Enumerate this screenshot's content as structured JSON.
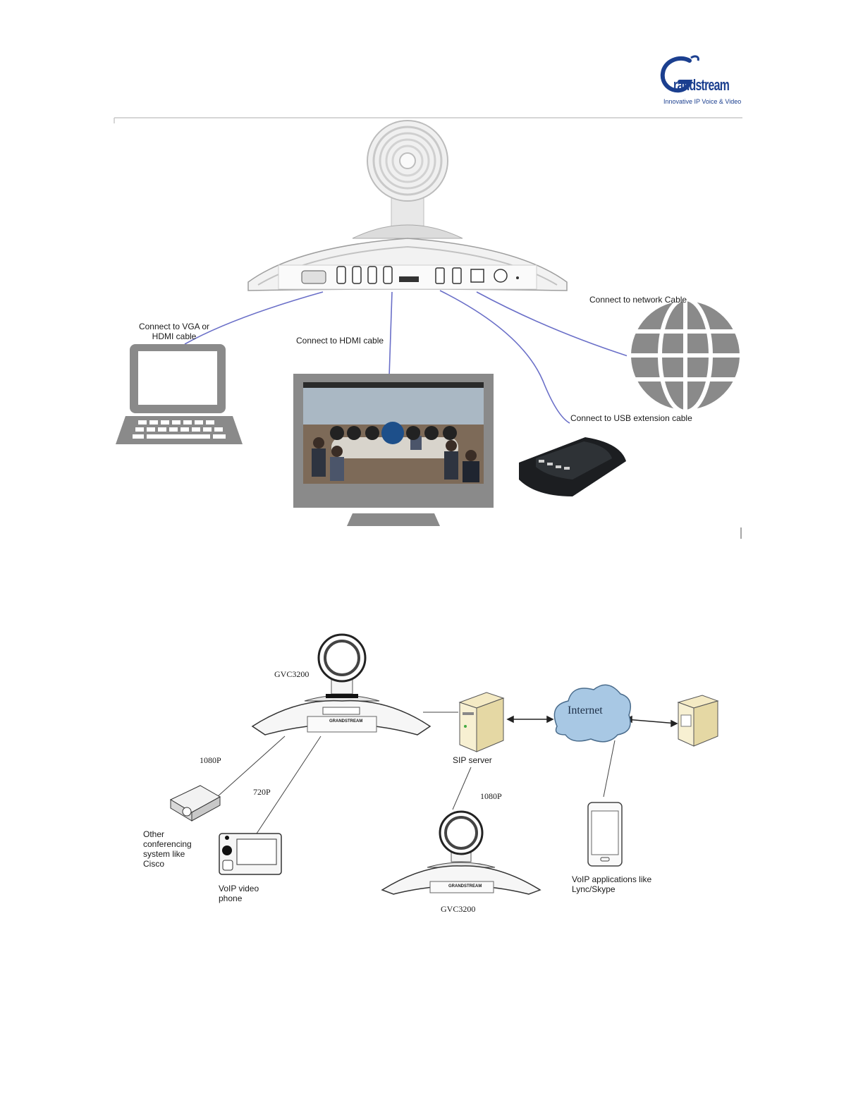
{
  "logo": {
    "wordmark": "randstream",
    "tagline": "Innovative IP Voice & Video"
  },
  "diagram1": {
    "labels": {
      "vga": [
        "Connect to VGA or",
        "HDMI  cable"
      ],
      "hdmi": "Connect to HDMI  cable",
      "network": "Connect to  network Cable",
      "usb": "Connect to USB  extension cable"
    }
  },
  "diagram2": {
    "labels": {
      "gvc_top": "GVC3200",
      "gvc_bottom": "GVC3200",
      "res_1080_left": "1080P",
      "res_720": "720P",
      "res_1080_right": "1080P",
      "sip_server": "SIP server",
      "internet": "Internet",
      "other_system": [
        "Other",
        "conferencing",
        "system like",
        "Cisco"
      ],
      "voip_phone": [
        "VoIP video",
        "phone"
      ],
      "voip_apps": [
        "VoIP applications like",
        "Lync/Skype"
      ],
      "brand_plate": "GRANDSTREAM"
    }
  },
  "colors": {
    "accent_blue": "#1b3f8f",
    "cable_blue": "#6a6fc8",
    "device_grey": "#8a8a8a"
  }
}
